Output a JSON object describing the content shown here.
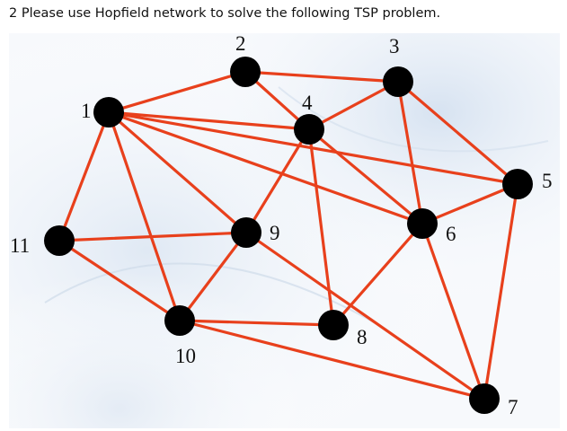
{
  "question": {
    "text": "2 Please use Hopfield network to solve the following TSP problem."
  },
  "graph": {
    "edge_color": "#e8401c",
    "node_color": "#000000",
    "nodes": [
      {
        "id": "1",
        "label": "1"
      },
      {
        "id": "2",
        "label": "2"
      },
      {
        "id": "3",
        "label": "3"
      },
      {
        "id": "4",
        "label": "4"
      },
      {
        "id": "5",
        "label": "5"
      },
      {
        "id": "6",
        "label": "6"
      },
      {
        "id": "7",
        "label": "7"
      },
      {
        "id": "8",
        "label": "8"
      },
      {
        "id": "9",
        "label": "9"
      },
      {
        "id": "10",
        "label": "10"
      },
      {
        "id": "11",
        "label": "11"
      }
    ],
    "edges": [
      [
        "1",
        "2"
      ],
      [
        "1",
        "4"
      ],
      [
        "1",
        "5"
      ],
      [
        "1",
        "6"
      ],
      [
        "1",
        "9"
      ],
      [
        "1",
        "10"
      ],
      [
        "1",
        "11"
      ],
      [
        "2",
        "3"
      ],
      [
        "2",
        "4"
      ],
      [
        "3",
        "4"
      ],
      [
        "3",
        "5"
      ],
      [
        "3",
        "6"
      ],
      [
        "4",
        "6"
      ],
      [
        "4",
        "8"
      ],
      [
        "4",
        "9"
      ],
      [
        "5",
        "6"
      ],
      [
        "5",
        "7"
      ],
      [
        "6",
        "7"
      ],
      [
        "6",
        "8"
      ],
      [
        "9",
        "7"
      ],
      [
        "9",
        "10"
      ],
      [
        "9",
        "11"
      ],
      [
        "10",
        "8"
      ],
      [
        "10",
        "7"
      ],
      [
        "10",
        "11"
      ]
    ]
  }
}
